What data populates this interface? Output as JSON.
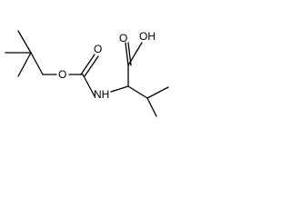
{
  "molecule": {
    "atoms": {
      "oh": "OH",
      "carbonyl_o_acid": "O",
      "carbonyl_o_carbamate": "O",
      "ester_o": "O",
      "nh": "NH"
    },
    "colors": {
      "bond": "#000000",
      "label": "#000000",
      "background": "#ffffff"
    }
  }
}
